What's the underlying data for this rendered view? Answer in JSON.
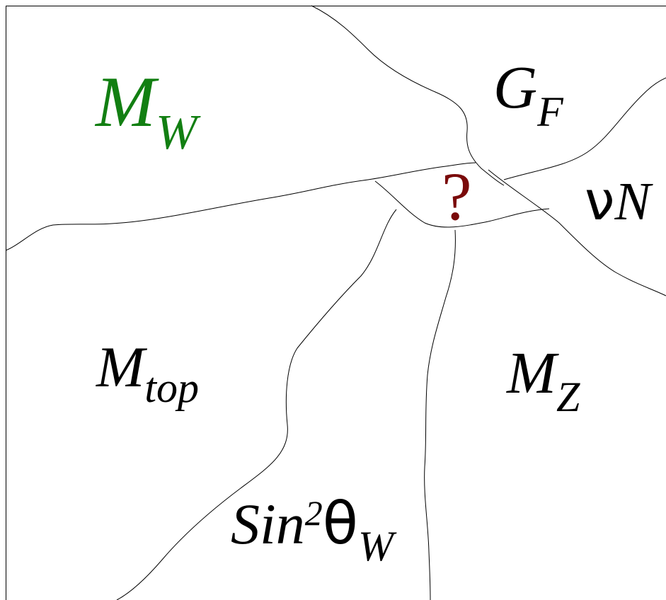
{
  "colors": {
    "mw": "#127f12",
    "question": "#7a0a0a",
    "default": "#000000"
  },
  "regions": {
    "mw": {
      "main": "M",
      "sub": "W"
    },
    "gf": {
      "main": "G",
      "sub": "F"
    },
    "nun": {
      "nu": "ν",
      "main": "N"
    },
    "mtop": {
      "main": "M",
      "sub": "top"
    },
    "mz": {
      "main": "M",
      "sub": "Z"
    },
    "sin": {
      "main": "Sin",
      "sup": "2",
      "theta": "θ",
      "sub": "W"
    },
    "question": {
      "main": "?"
    }
  }
}
